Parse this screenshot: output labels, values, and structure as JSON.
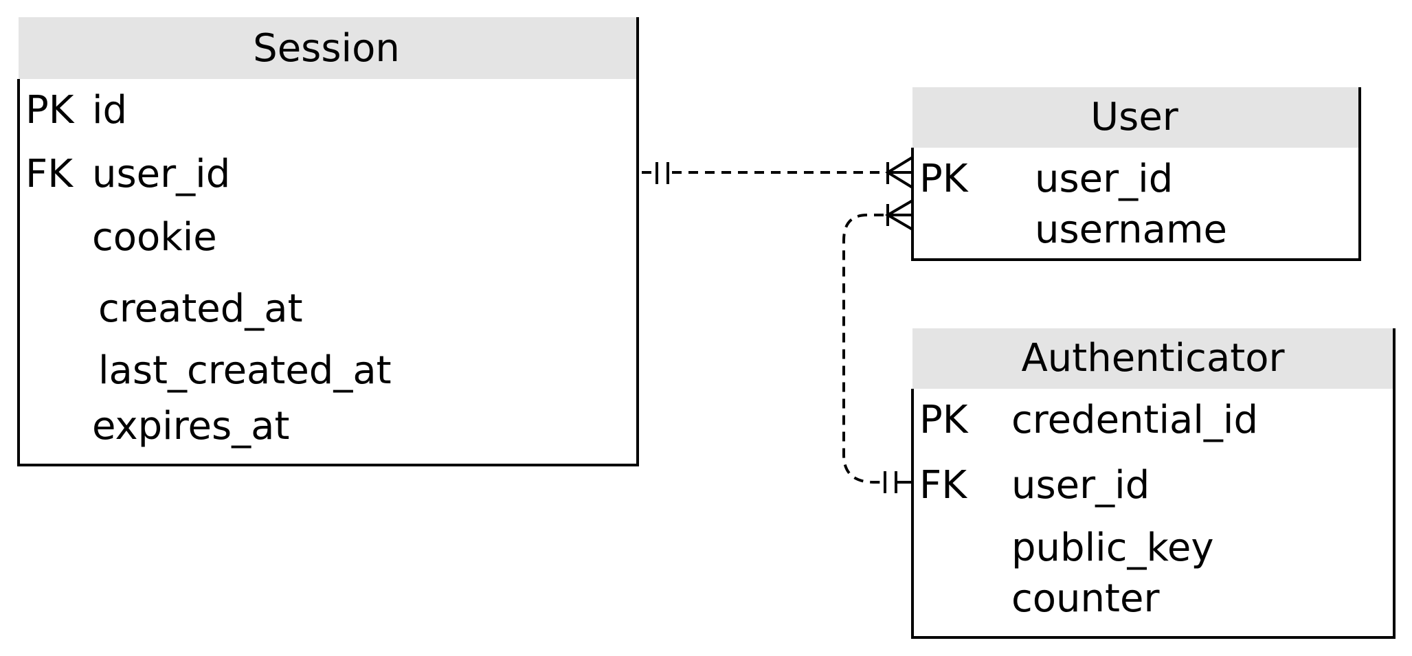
{
  "entities": {
    "session": {
      "title": "Session",
      "rows": [
        {
          "key": "PK",
          "field": "id"
        },
        {
          "key": "FK",
          "field": "user_id"
        },
        {
          "key": "",
          "field": "cookie"
        },
        {
          "key": "",
          "field": "created_at"
        },
        {
          "key": "",
          "field": "last_created_at"
        },
        {
          "key": "",
          "field": "expires_at"
        }
      ]
    },
    "user": {
      "title": "User",
      "rows": [
        {
          "key": "PK",
          "field": "user_id"
        },
        {
          "key": "",
          "field": "username"
        }
      ]
    },
    "authenticator": {
      "title": "Authenticator",
      "rows": [
        {
          "key": "PK",
          "field": "credential_id"
        },
        {
          "key": "FK",
          "field": "user_id"
        },
        {
          "key": "",
          "field": "public_key"
        },
        {
          "key": "",
          "field": "counter"
        }
      ]
    }
  },
  "colors": {
    "header_fill": "#e4e4e4",
    "stroke": "#000000",
    "background": "#ffffff"
  }
}
